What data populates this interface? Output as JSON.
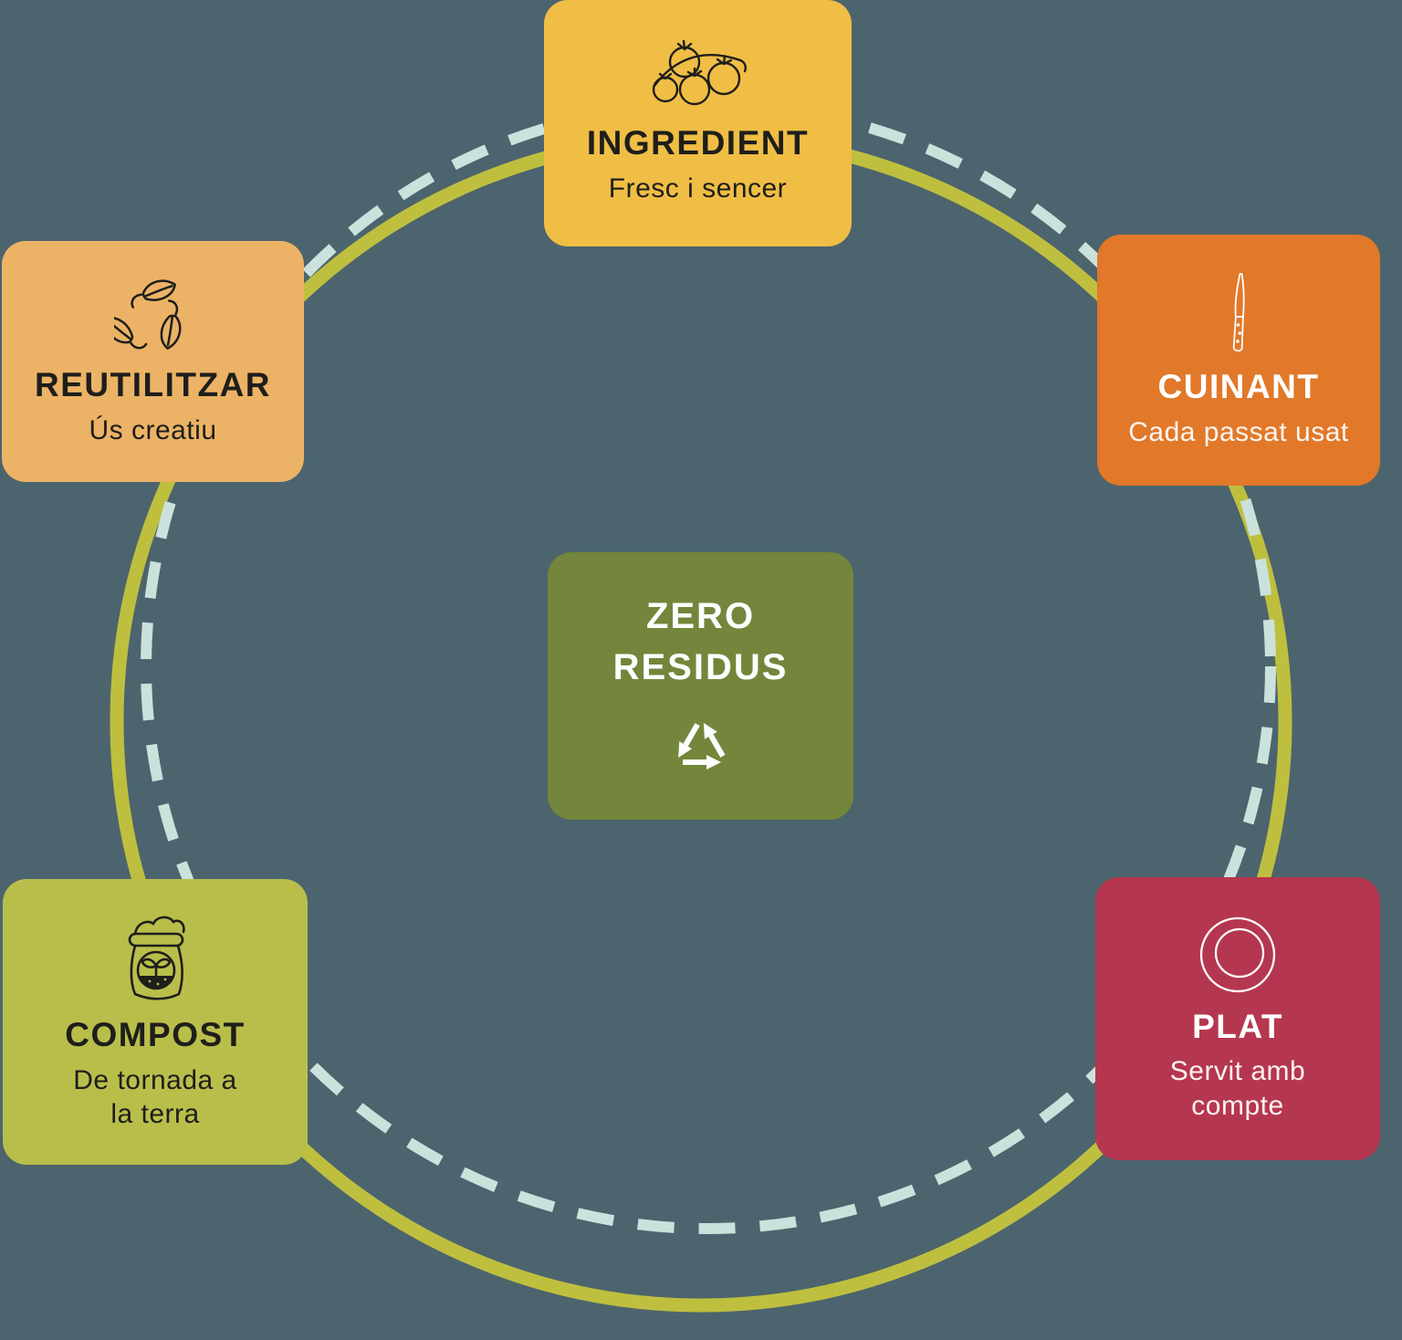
{
  "diagram": {
    "name": "zero-waste-cycle",
    "background_color": "#4C646E",
    "cycle_ring": {
      "solid_line_color": "#BFBF3F",
      "dashed_line_color": "#CBE2DC"
    },
    "center_card": {
      "bg": "#73863B",
      "title_line1": "ZERO",
      "title_line2": "RESIDUS",
      "icon": "recycle-icon"
    },
    "cards": [
      {
        "id": "ingredient",
        "title": "INGREDIENT",
        "subtitle": "Fresc i sencer",
        "icon": "tomatoes-icon",
        "bg": "#F0BE45",
        "text_color": "#1E1E1B"
      },
      {
        "id": "cuinant",
        "title": "CUINANT",
        "subtitle": "Cada passat usat",
        "icon": "knife-icon",
        "bg": "#E1782A",
        "text_color": "#FFFFFF"
      },
      {
        "id": "plat",
        "title": "PLAT",
        "subtitle": "Servit amb compte",
        "icon": "plate-icon",
        "bg": "#B5374F",
        "text_color": "#FFFFFF"
      },
      {
        "id": "compost",
        "title": "COMPOST",
        "subtitle": "De tornada a la terra",
        "icon": "compost-bag-icon",
        "bg": "#B9BE4B",
        "text_color": "#1E1E1B"
      },
      {
        "id": "reutilitzar",
        "title": "REUTILITZAR",
        "subtitle": "Ús creatiu",
        "icon": "recycle-leaves-icon",
        "bg": "#ECB366",
        "text_color": "#1E1E1B"
      }
    ]
  }
}
